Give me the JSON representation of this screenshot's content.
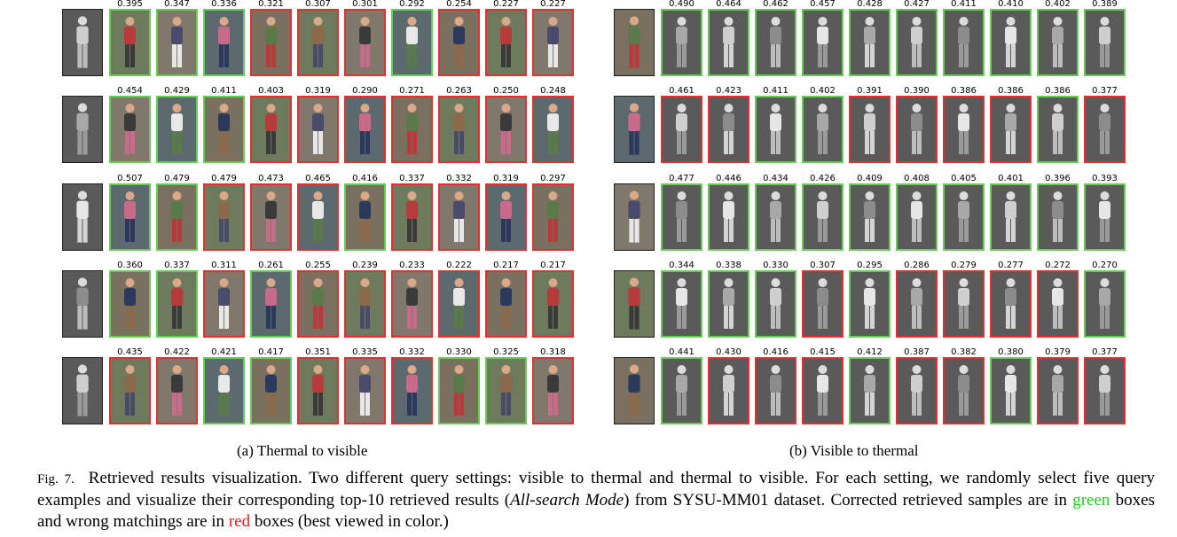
{
  "colors": {
    "correct": "#66cc55",
    "wrong": "#e03030"
  },
  "panels": [
    {
      "caption": "(a) Thermal to visible",
      "query_style": "thermal",
      "gallery_style": "visible",
      "rows": [
        {
          "scores": [
            "0.395",
            "0.347",
            "0.336",
            "0.321",
            "0.307",
            "0.301",
            "0.292",
            "0.254",
            "0.227",
            "0.227"
          ],
          "correct": [
            true,
            true,
            true,
            false,
            false,
            false,
            true,
            false,
            false,
            false
          ]
        },
        {
          "scores": [
            "0.454",
            "0.429",
            "0.411",
            "0.403",
            "0.319",
            "0.290",
            "0.271",
            "0.263",
            "0.250",
            "0.248"
          ],
          "correct": [
            true,
            true,
            true,
            false,
            false,
            false,
            false,
            false,
            false,
            false
          ]
        },
        {
          "scores": [
            "0.507",
            "0.479",
            "0.479",
            "0.473",
            "0.465",
            "0.416",
            "0.337",
            "0.332",
            "0.319",
            "0.297"
          ],
          "correct": [
            true,
            true,
            false,
            false,
            false,
            true,
            false,
            false,
            false,
            false
          ]
        },
        {
          "scores": [
            "0.360",
            "0.337",
            "0.311",
            "0.261",
            "0.255",
            "0.239",
            "0.233",
            "0.222",
            "0.217",
            "0.217"
          ],
          "correct": [
            true,
            true,
            false,
            true,
            false,
            false,
            false,
            false,
            false,
            false
          ]
        },
        {
          "scores": [
            "0.435",
            "0.422",
            "0.421",
            "0.417",
            "0.351",
            "0.335",
            "0.332",
            "0.330",
            "0.325",
            "0.318"
          ],
          "correct": [
            false,
            false,
            true,
            true,
            false,
            false,
            false,
            true,
            true,
            false
          ]
        }
      ]
    },
    {
      "caption": "(b) Visible to thermal",
      "query_style": "visible",
      "gallery_style": "thermal",
      "rows": [
        {
          "scores": [
            "0.490",
            "0.464",
            "0.462",
            "0.457",
            "0.428",
            "0.427",
            "0.411",
            "0.410",
            "0.402",
            "0.389"
          ],
          "correct": [
            true,
            true,
            true,
            true,
            true,
            true,
            true,
            true,
            true,
            true
          ]
        },
        {
          "scores": [
            "0.461",
            "0.423",
            "0.411",
            "0.402",
            "0.391",
            "0.390",
            "0.386",
            "0.386",
            "0.386",
            "0.377"
          ],
          "correct": [
            false,
            false,
            true,
            true,
            false,
            false,
            false,
            false,
            true,
            false
          ]
        },
        {
          "scores": [
            "0.477",
            "0.446",
            "0.434",
            "0.426",
            "0.409",
            "0.408",
            "0.405",
            "0.401",
            "0.396",
            "0.393"
          ],
          "correct": [
            true,
            true,
            true,
            true,
            true,
            true,
            true,
            true,
            true,
            true
          ]
        },
        {
          "scores": [
            "0.344",
            "0.338",
            "0.330",
            "0.307",
            "0.295",
            "0.286",
            "0.279",
            "0.277",
            "0.272",
            "0.270"
          ],
          "correct": [
            true,
            true,
            true,
            false,
            true,
            false,
            false,
            false,
            false,
            true
          ]
        },
        {
          "scores": [
            "0.441",
            "0.430",
            "0.416",
            "0.415",
            "0.412",
            "0.387",
            "0.382",
            "0.380",
            "0.379",
            "0.377"
          ],
          "correct": [
            true,
            false,
            false,
            false,
            true,
            false,
            false,
            true,
            false,
            false
          ]
        }
      ]
    }
  ],
  "caption": {
    "label": "Fig. 7.",
    "text_1": "Retrieved results visualization. Two different query settings: visible to thermal and thermal to visible. For each setting, we randomly select five query examples and visualize their corresponding top-10 retrieved results (",
    "mode": "All-search Mode",
    "text_2": ") from SYSU-MM01 dataset. Corrected retrieved samples are in ",
    "green_word": "green",
    "text_3": " boxes and wrong matchings are in ",
    "red_word": "red",
    "text_4": " boxes (best viewed in color.)"
  }
}
